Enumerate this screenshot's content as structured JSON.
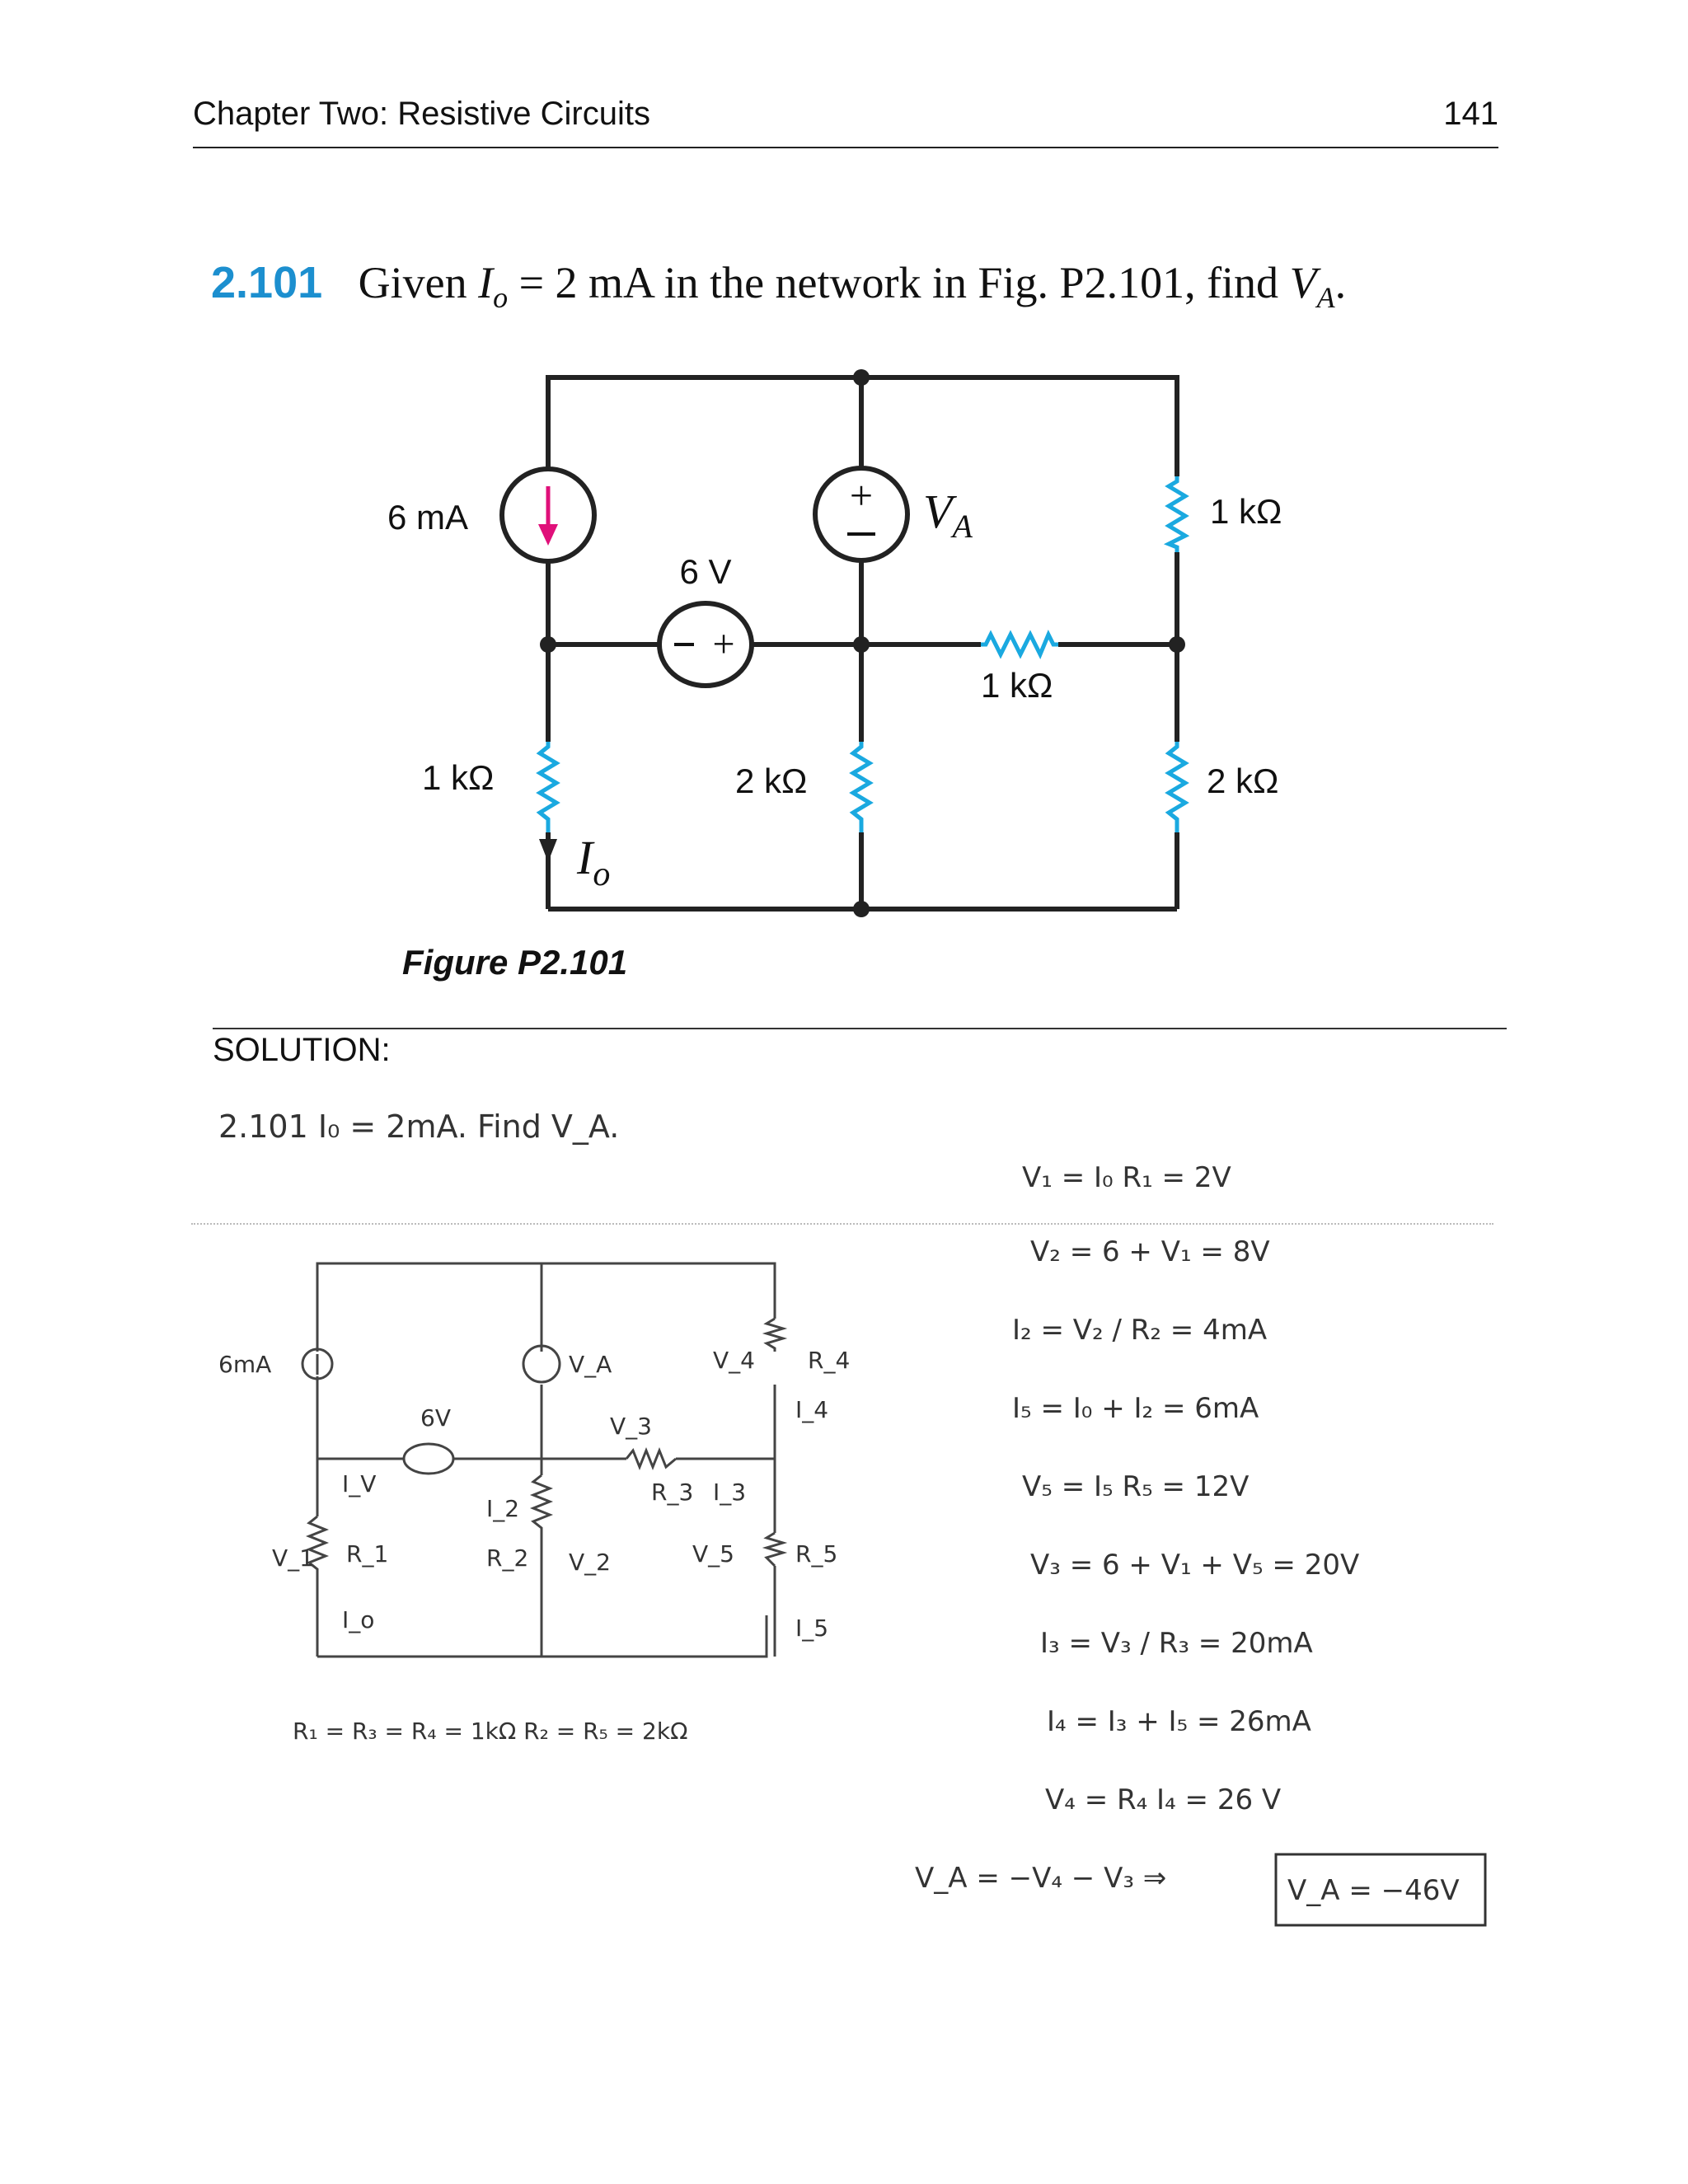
{
  "header": {
    "title": "Chapter Two: Resistive Circuits",
    "page_number": "141"
  },
  "problem": {
    "number": "2.101",
    "text_prefix": "Given",
    "io_symbol": "I",
    "io_sub": "o",
    "text_middle": "= 2 mA in the network in Fig. P2.101, find",
    "va_symbol": "V",
    "va_sub": "A",
    "text_end": "."
  },
  "figure": {
    "caption": "Figure P2.101",
    "current_source_label": "6 mA",
    "voltage_source_6v_label": "6 V",
    "voltage_source_va_label_main": "V",
    "voltage_source_va_label_sub": "A",
    "r_top_right_label": "1 kΩ",
    "r_middle_horizontal_label": "1 kΩ",
    "r_left_bottom_label": "1 kΩ",
    "r_middle_bottom_label": "2 kΩ",
    "r_right_bottom_label": "2 kΩ",
    "io_label_main": "I",
    "io_label_sub": "o",
    "wire_color": "#222222",
    "resistor_color": "#1aa9e0",
    "arrow_color": "#e0107a"
  },
  "solution": {
    "label": "SOLUTION:",
    "heading": "2.101   I₀ = 2mA.   Find V_A.",
    "sketch": {
      "src_6ma": "6mA",
      "src_6v": "6V",
      "src_va": "V_A",
      "iv": "I_V",
      "v1": "V_1",
      "r1": "R_1",
      "io": "I_o",
      "i2": "I_2",
      "r2": "R_2",
      "v2": "V_2",
      "v3": "V_3",
      "r3": "R_3",
      "i3": "I_3",
      "v4": "V_4",
      "r4": "R_4",
      "i4": "I_4",
      "v5": "V_5",
      "r5": "R_5",
      "i5": "I_5",
      "resistor_values": "R₁ = R₃ = R₄ = 1kΩ    R₂ = R₅ = 2kΩ"
    },
    "equations": [
      "V₁ = I₀ R₁ = 2V",
      "V₂ = 6 + V₁ = 8V",
      "I₂ = V₂ / R₂ = 4mA",
      "I₅ = I₀ + I₂ = 6mA",
      "V₅ = I₅ R₅ = 12V",
      "V₃ = 6 + V₁ + V₅ = 20V",
      "I₃ = V₃ / R₃ = 20mA",
      "I₄ = I₃ + I₅ = 26mA",
      "V₄ = R₄ I₄ = 26 V"
    ],
    "final_left": "V_A = −V₄ − V₃  ⇒",
    "final_answer": "V_A = −46V"
  }
}
